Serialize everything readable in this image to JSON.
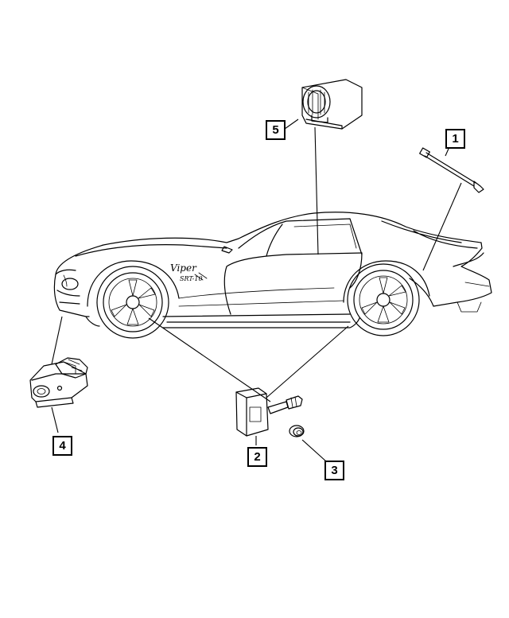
{
  "diagram": {
    "callouts": [
      {
        "id": "1",
        "label": "1"
      },
      {
        "id": "2",
        "label": "2"
      },
      {
        "id": "3",
        "label": "3"
      },
      {
        "id": "4",
        "label": "4"
      },
      {
        "id": "5",
        "label": "5"
      }
    ],
    "car_badge": {
      "line1": "Viper",
      "line2": "SRT-10"
    }
  }
}
